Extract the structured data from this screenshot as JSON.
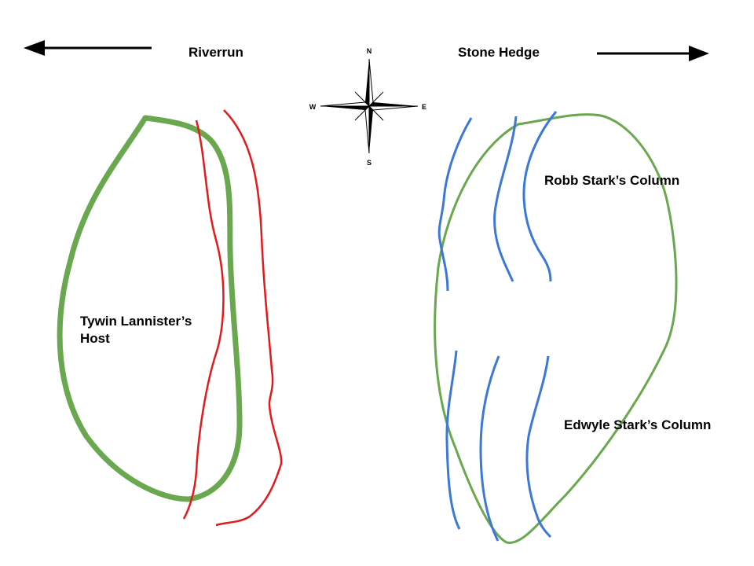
{
  "places": {
    "west": "Riverrun",
    "east": "Stone Hedge"
  },
  "compass": {
    "north": "N",
    "south": "S",
    "east": "E",
    "west": "W"
  },
  "forces": {
    "lannister": {
      "line1": "Tywin Lannister’s",
      "line2": "Host"
    },
    "robb": "Robb Stark’s Column",
    "edwyle": "Edwyle Stark’s Column"
  },
  "colors": {
    "host_outline": "#6aa84f",
    "lannister_lines": "#e41a1a",
    "stark_lines": "#3c78d8",
    "arrows": "#000000"
  }
}
